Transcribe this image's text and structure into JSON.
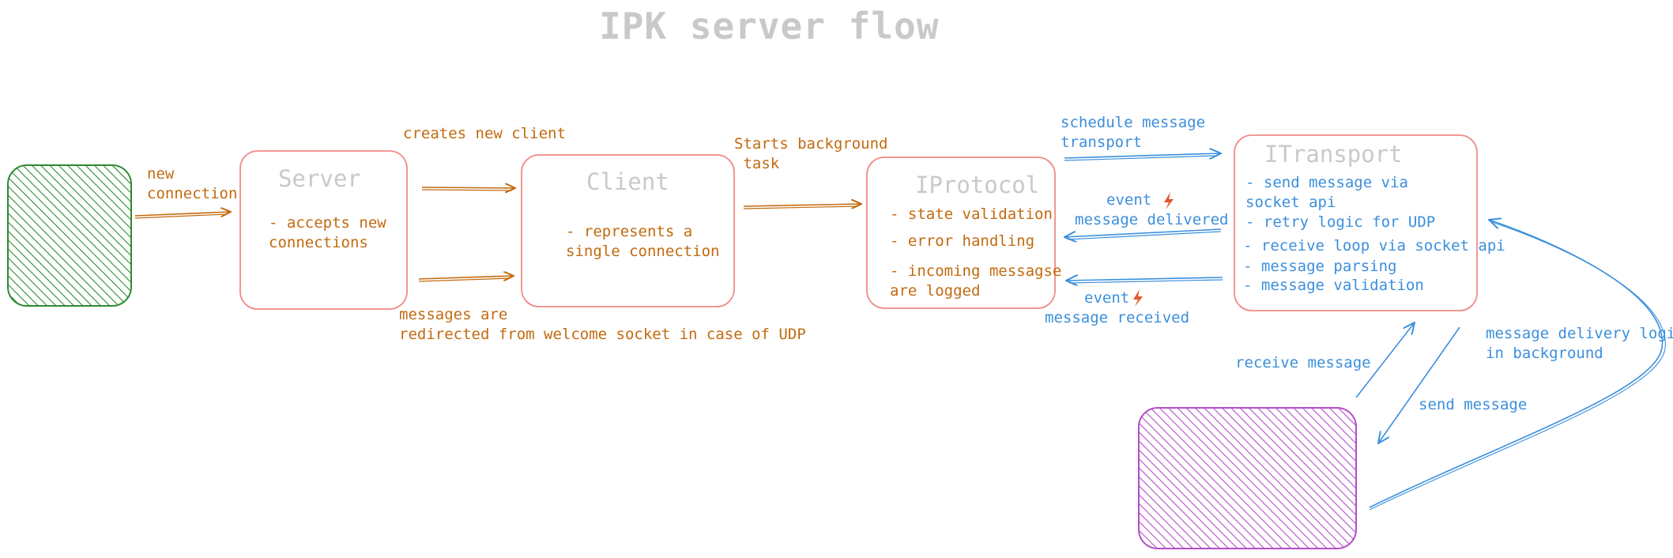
{
  "title": "IPK server flow",
  "nodes": {
    "server": {
      "title": "Server",
      "desc": "- accepts new\nconnections"
    },
    "client": {
      "title": "Client",
      "desc": "- represents a\nsingle connection"
    },
    "iprotocol": {
      "title": "IProtocol",
      "items": [
        "- state validation",
        "- error handling",
        "- incoming messagse\nare logged"
      ]
    },
    "itransport": {
      "title": "ITransport",
      "items": [
        "- send message via\nsocket api",
        "- retry logic for UDP",
        "- receive loop via socket api",
        "- message parsing",
        "- message validation"
      ]
    }
  },
  "edges": {
    "new_connection": "new\nconnection",
    "creates_client": "creates new client",
    "messages_redirected": "messages are\nredirected from welcome socket in case of UDP",
    "starts_background": "Starts background\n task",
    "schedule_transport": "schedule message\ntransport",
    "event_delivered_event": "event",
    "event_delivered_msg": "message delivered",
    "event_received_event": "event",
    "event_received_msg": "message received",
    "receive_message": "receive message",
    "send_message": "send message",
    "delivery_logic": "message delivery logic\nin background"
  },
  "colors": {
    "orange": "#c26a0f",
    "blue": "#3b8fdc",
    "red_box": "#f08b8b",
    "green_hatch": "#2f8a2f",
    "purple_hatch": "#b44cc9",
    "grey_title": "#c9c9c9"
  },
  "icons": [
    "lightning-icon"
  ]
}
